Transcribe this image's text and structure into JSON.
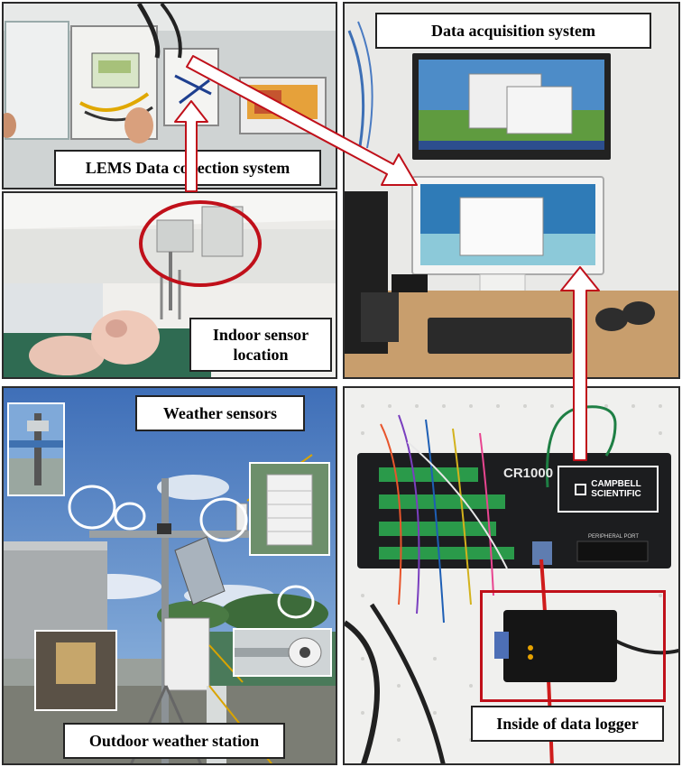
{
  "labels": {
    "lems": "LEMS Data collection system",
    "daq": "Data acquisition system",
    "indoor_line1": "Indoor sensor",
    "indoor_line2": "location",
    "weather": "Weather sensors",
    "outdoor": "Outdoor weather station",
    "logger": "Inside of data logger"
  },
  "logger_brand": {
    "line1": "CAMPBELL",
    "line2": "SCIENTIFIC",
    "model": "CR1000",
    "port": "PERIPHERAL PORT"
  },
  "colors": {
    "frame": "#2b2b2b",
    "highlight_red": "#c0101a",
    "arrow_fill": "#ffffff",
    "arrow_stroke": "#c0101a",
    "callout_yellow": "#d9a400"
  }
}
